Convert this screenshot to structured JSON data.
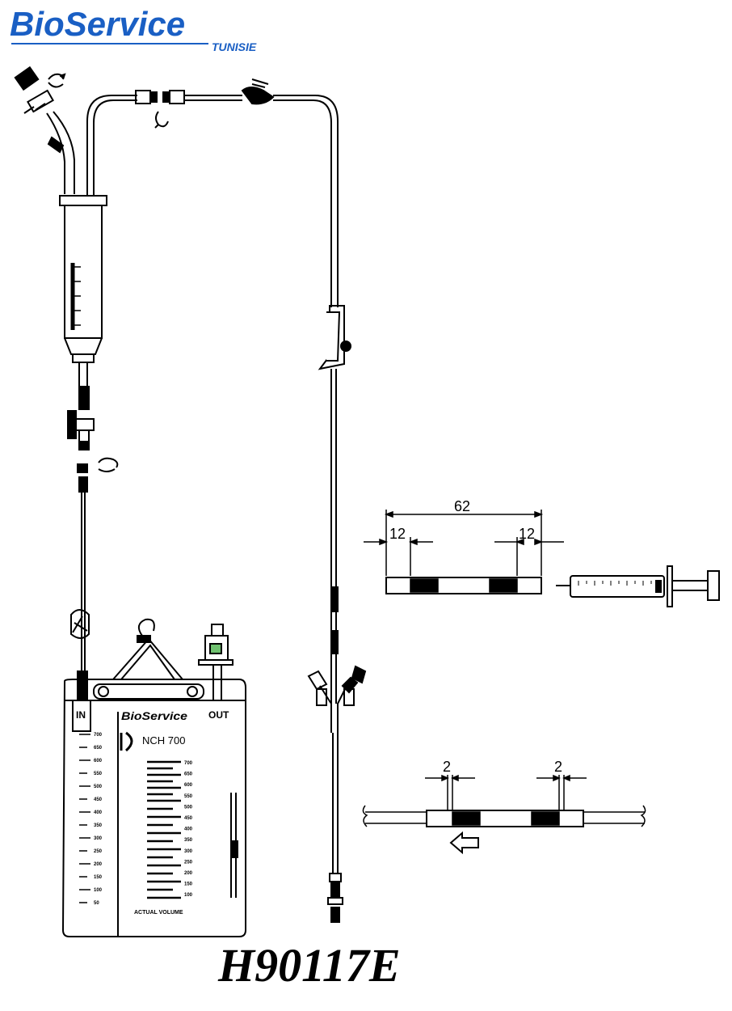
{
  "brand": {
    "name": "BioService",
    "subtitle": "TUNISIE",
    "color": "#1a5fc4"
  },
  "bag": {
    "label_in": "IN",
    "label_out": "OUT",
    "brand_text": "BioService",
    "model": "NCH 700",
    "actual_volume_text": "ACTUAL VOLUME",
    "left_scale": [
      "50",
      "100",
      "150",
      "200",
      "250",
      "300",
      "350",
      "400",
      "450",
      "500",
      "550",
      "600",
      "650",
      "700"
    ],
    "right_scale": [
      "100",
      "150",
      "200",
      "250",
      "300",
      "350",
      "400",
      "450",
      "500",
      "550",
      "600",
      "650",
      "700"
    ]
  },
  "dimensions": {
    "overall": "62",
    "left_band": "12",
    "right_band": "12",
    "gap_left": "2",
    "gap_right": "2"
  },
  "product_code": "H90117E"
}
